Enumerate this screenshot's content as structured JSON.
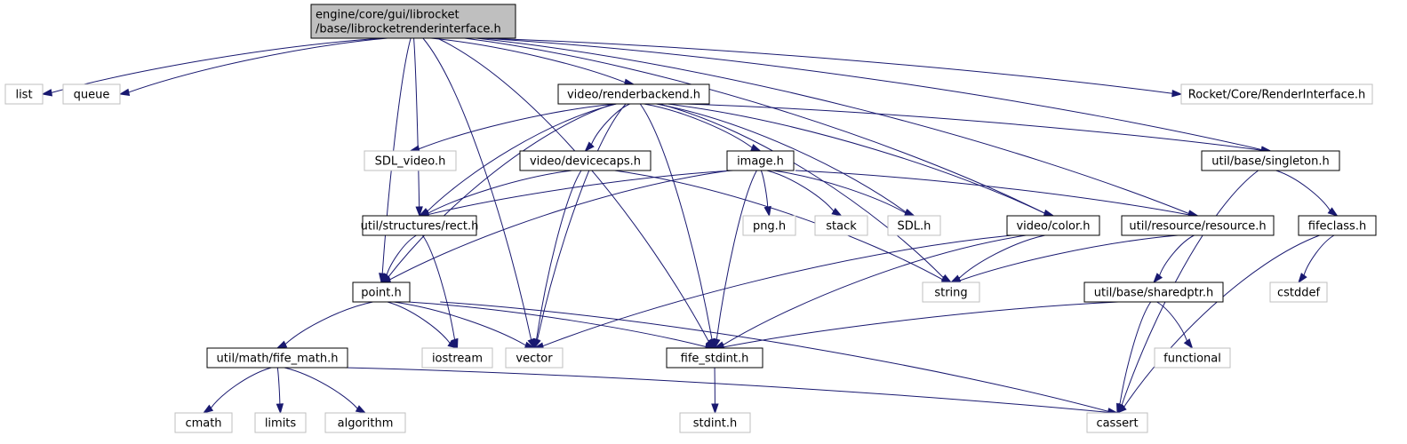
{
  "colors": {
    "edge": "#191970",
    "root_fill": "#bfbfbf",
    "doc_border": "#000000",
    "sys_border": "#bfbfbf"
  },
  "nodes": [
    {
      "id": "root",
      "lines": [
        "engine/core/gui/librocket",
        "/base/librocketrenderinterface.h"
      ],
      "kind": "root"
    },
    {
      "id": "list",
      "lines": [
        "list"
      ],
      "kind": "sys"
    },
    {
      "id": "queue",
      "lines": [
        "queue"
      ],
      "kind": "sys"
    },
    {
      "id": "renderbackend",
      "lines": [
        "video/renderbackend.h"
      ],
      "kind": "doc"
    },
    {
      "id": "rocketri",
      "lines": [
        "Rocket/Core/RenderInterface.h"
      ],
      "kind": "sys"
    },
    {
      "id": "sdlvideo",
      "lines": [
        "SDL_video.h"
      ],
      "kind": "sys"
    },
    {
      "id": "devicecaps",
      "lines": [
        "video/devicecaps.h"
      ],
      "kind": "doc"
    },
    {
      "id": "image",
      "lines": [
        "image.h"
      ],
      "kind": "doc"
    },
    {
      "id": "singleton",
      "lines": [
        "util/base/singleton.h"
      ],
      "kind": "doc"
    },
    {
      "id": "rect",
      "lines": [
        "util/structures/rect.h"
      ],
      "kind": "doc"
    },
    {
      "id": "png",
      "lines": [
        "png.h"
      ],
      "kind": "sys"
    },
    {
      "id": "stack",
      "lines": [
        "stack"
      ],
      "kind": "sys"
    },
    {
      "id": "sdl",
      "lines": [
        "SDL.h"
      ],
      "kind": "sys"
    },
    {
      "id": "color",
      "lines": [
        "video/color.h"
      ],
      "kind": "doc"
    },
    {
      "id": "resource",
      "lines": [
        "util/resource/resource.h"
      ],
      "kind": "doc"
    },
    {
      "id": "fifeclass",
      "lines": [
        "fifeclass.h"
      ],
      "kind": "doc"
    },
    {
      "id": "point",
      "lines": [
        "point.h"
      ],
      "kind": "doc"
    },
    {
      "id": "string",
      "lines": [
        "string"
      ],
      "kind": "sys"
    },
    {
      "id": "cstddef",
      "lines": [
        "cstddef"
      ],
      "kind": "sys"
    },
    {
      "id": "sharedptr",
      "lines": [
        "util/base/sharedptr.h"
      ],
      "kind": "doc"
    },
    {
      "id": "fifemath",
      "lines": [
        "util/math/fife_math.h"
      ],
      "kind": "doc"
    },
    {
      "id": "iostream",
      "lines": [
        "iostream"
      ],
      "kind": "sys"
    },
    {
      "id": "vector",
      "lines": [
        "vector"
      ],
      "kind": "sys"
    },
    {
      "id": "fifestdint",
      "lines": [
        "fife_stdint.h"
      ],
      "kind": "doc"
    },
    {
      "id": "functional",
      "lines": [
        "functional"
      ],
      "kind": "sys"
    },
    {
      "id": "cmath",
      "lines": [
        "cmath"
      ],
      "kind": "sys"
    },
    {
      "id": "limits",
      "lines": [
        "limits"
      ],
      "kind": "sys"
    },
    {
      "id": "algorithm",
      "lines": [
        "algorithm"
      ],
      "kind": "sys"
    },
    {
      "id": "stdint",
      "lines": [
        "stdint.h"
      ],
      "kind": "sys"
    },
    {
      "id": "cassert",
      "lines": [
        "cassert"
      ],
      "kind": "sys"
    }
  ],
  "edges": [
    [
      "root",
      "list"
    ],
    [
      "root",
      "queue"
    ],
    [
      "root",
      "renderbackend"
    ],
    [
      "root",
      "rocketri"
    ],
    [
      "root",
      "singleton"
    ],
    [
      "root",
      "rect"
    ],
    [
      "root",
      "color"
    ],
    [
      "root",
      "resource"
    ],
    [
      "root",
      "point"
    ],
    [
      "root",
      "vector"
    ],
    [
      "root",
      "fifestdint"
    ],
    [
      "renderbackend",
      "sdlvideo"
    ],
    [
      "renderbackend",
      "devicecaps"
    ],
    [
      "renderbackend",
      "image"
    ],
    [
      "renderbackend",
      "singleton"
    ],
    [
      "renderbackend",
      "rect"
    ],
    [
      "renderbackend",
      "sdl"
    ],
    [
      "renderbackend",
      "color"
    ],
    [
      "renderbackend",
      "point"
    ],
    [
      "renderbackend",
      "string"
    ],
    [
      "renderbackend",
      "vector"
    ],
    [
      "renderbackend",
      "fifestdint"
    ],
    [
      "devicecaps",
      "rect"
    ],
    [
      "devicecaps",
      "string"
    ],
    [
      "devicecaps",
      "vector"
    ],
    [
      "image",
      "rect"
    ],
    [
      "image",
      "png"
    ],
    [
      "image",
      "stack"
    ],
    [
      "image",
      "sdl"
    ],
    [
      "image",
      "resource"
    ],
    [
      "image",
      "point"
    ],
    [
      "image",
      "fifestdint"
    ],
    [
      "singleton",
      "fifeclass"
    ],
    [
      "singleton",
      "cassert"
    ],
    [
      "rect",
      "point"
    ],
    [
      "rect",
      "iostream"
    ],
    [
      "color",
      "string"
    ],
    [
      "color",
      "vector"
    ],
    [
      "color",
      "fifestdint"
    ],
    [
      "resource",
      "string"
    ],
    [
      "resource",
      "sharedptr"
    ],
    [
      "fifeclass",
      "cstddef"
    ],
    [
      "fifeclass",
      "cassert"
    ],
    [
      "point",
      "fifemath"
    ],
    [
      "point",
      "iostream"
    ],
    [
      "point",
      "vector"
    ],
    [
      "point",
      "fifestdint"
    ],
    [
      "point",
      "cassert"
    ],
    [
      "sharedptr",
      "fifestdint"
    ],
    [
      "sharedptr",
      "functional"
    ],
    [
      "sharedptr",
      "cassert"
    ],
    [
      "fifemath",
      "cmath"
    ],
    [
      "fifemath",
      "limits"
    ],
    [
      "fifemath",
      "algorithm"
    ],
    [
      "fifemath",
      "cassert"
    ],
    [
      "fifestdint",
      "stdint"
    ]
  ]
}
